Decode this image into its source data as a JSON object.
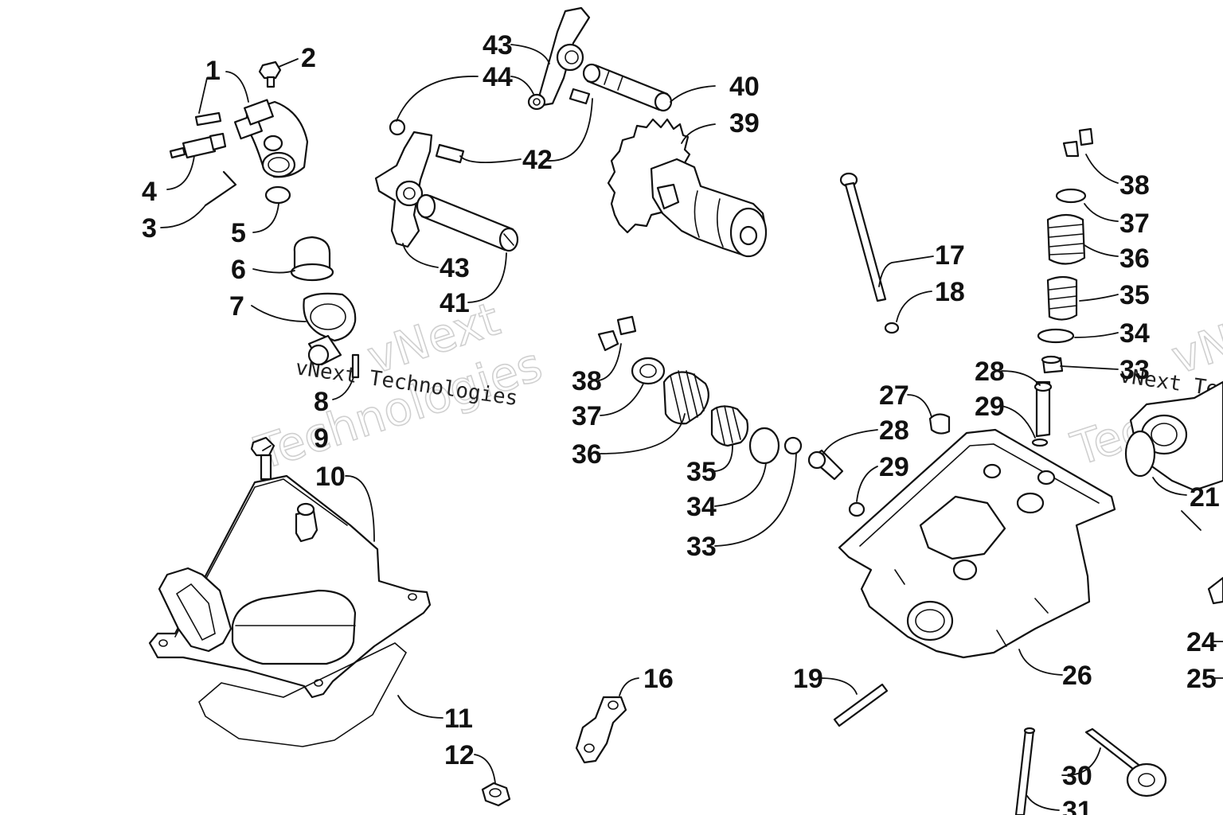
{
  "watermark": {
    "small": "vNext Technologies",
    "large_1": "vNext",
    "large_2": "Technologies",
    "edge_small": "vNext Te",
    "edge_large_1": "vN",
    "edge_large_2": "Tec"
  },
  "callouts": {
    "c1": "1",
    "c2": "2",
    "c3": "3",
    "c4": "4",
    "c5": "5",
    "c6": "6",
    "c7": "7",
    "c8": "8",
    "c9": "9",
    "c10": "10",
    "c11": "11",
    "c12": "12",
    "c16": "16",
    "c17": "17",
    "c18": "18",
    "c19": "19",
    "c21": "21",
    "c24": "24",
    "c25": "25",
    "c26": "26",
    "c27": "27",
    "c28a": "28",
    "c28b": "28",
    "c29a": "29",
    "c29b": "29",
    "c30": "30",
    "c31": "31",
    "c33a": "33",
    "c34a": "34",
    "c35a": "35",
    "c36a": "36",
    "c37a": "37",
    "c38a": "38",
    "c33b": "33",
    "c34b": "34",
    "c35b": "35",
    "c36b": "36",
    "c37b": "37",
    "c38b": "38",
    "c39": "39",
    "c40": "40",
    "c41": "41",
    "c42": "42",
    "c43a": "43",
    "c43b": "43",
    "c44": "44"
  }
}
